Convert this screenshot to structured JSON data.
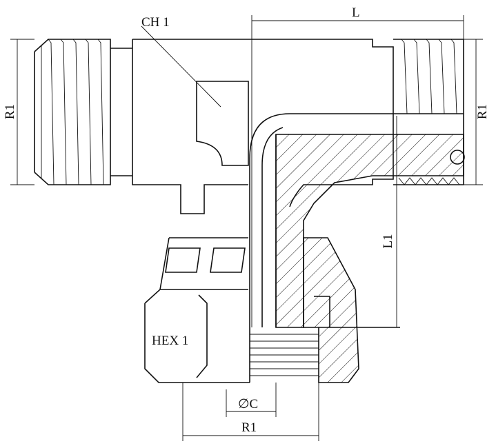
{
  "labels": {
    "ch": "CH 1",
    "length": "L",
    "thread_left": "R1",
    "thread_right": "R1",
    "length_branch": "L1",
    "hex": "HEX 1",
    "bore": "∅C",
    "thread_bottom": "R1"
  }
}
